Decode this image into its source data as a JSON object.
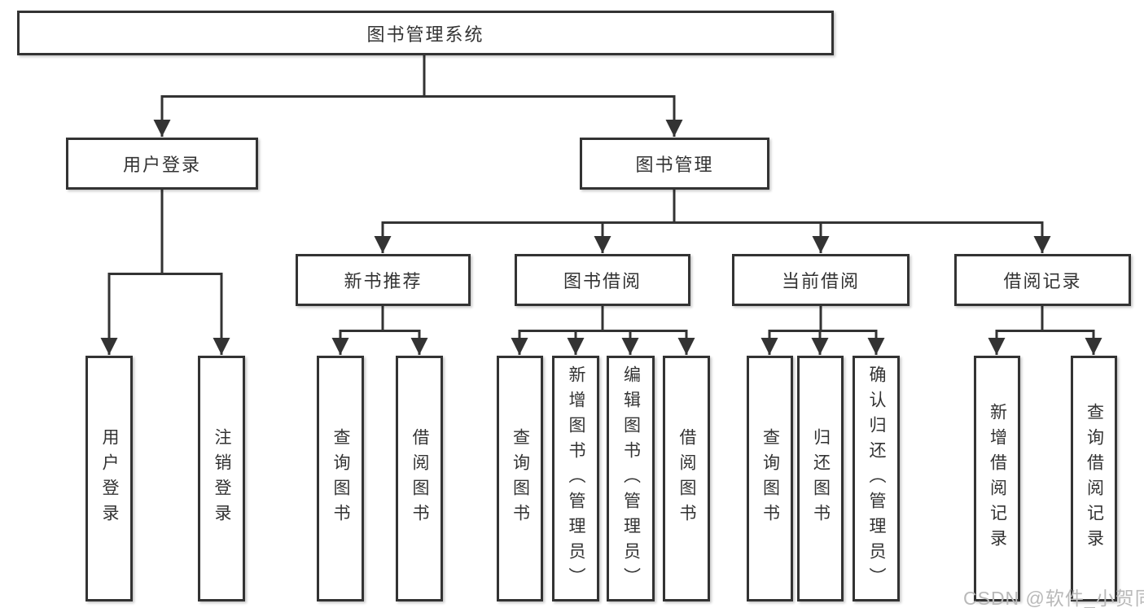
{
  "tree": {
    "label": "图书管理系统",
    "children": [
      {
        "label": "用户登录",
        "children": [
          {
            "label": "用户登录"
          },
          {
            "label": "注销登录"
          }
        ]
      },
      {
        "label": "图书管理",
        "children": [
          {
            "label": "新书推荐",
            "children": [
              {
                "label": "查询图书"
              },
              {
                "label": "借阅图书"
              }
            ]
          },
          {
            "label": "图书借阅",
            "children": [
              {
                "label": "查询图书"
              },
              {
                "label": "新增图书（管理员）"
              },
              {
                "label": "编辑图书（管理员）"
              },
              {
                "label": "借阅图书"
              }
            ]
          },
          {
            "label": "当前借阅",
            "children": [
              {
                "label": "查询图书"
              },
              {
                "label": "归还图书"
              },
              {
                "label": "确认归还（管理员）"
              }
            ]
          },
          {
            "label": "借阅记录",
            "children": [
              {
                "label": "新增借阅记录"
              },
              {
                "label": "查询借阅记录"
              }
            ]
          }
        ]
      }
    ]
  },
  "watermark": "CSDN @软件_小贺同学",
  "colors": {
    "line": "#333333",
    "text": "#333333",
    "box_background": "#ffffff",
    "watermark": "#b9b9b9"
  }
}
